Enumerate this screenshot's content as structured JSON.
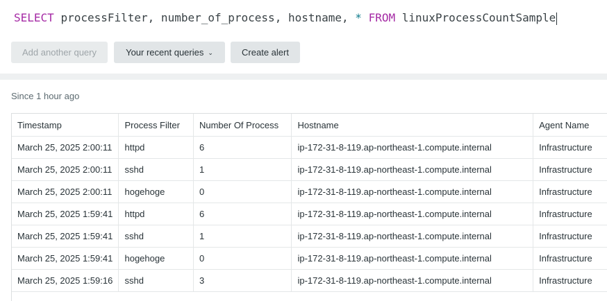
{
  "query": {
    "keyword_select": "SELECT",
    "fields": "processFilter, number_of_process, hostname, ",
    "star": "*",
    "keyword_from": "FROM",
    "source": "linuxProcessCountSample"
  },
  "toolbar": {
    "add_query_label": "Add another query",
    "recent_queries_label": "Your recent queries",
    "create_alert_label": "Create alert"
  },
  "results": {
    "since_label": "Since 1 hour ago",
    "columns": [
      "Timestamp",
      "Process Filter",
      "Number Of Process",
      "Hostname",
      "Agent Name"
    ],
    "rows": [
      [
        "March 25, 2025 2:00:11",
        "httpd",
        "6",
        "ip-172-31-8-119.ap-northeast-1.compute.internal",
        "Infrastructure"
      ],
      [
        "March 25, 2025 2:00:11",
        "sshd",
        "1",
        "ip-172-31-8-119.ap-northeast-1.compute.internal",
        "Infrastructure"
      ],
      [
        "March 25, 2025 2:00:11",
        "hogehoge",
        "0",
        "ip-172-31-8-119.ap-northeast-1.compute.internal",
        "Infrastructure"
      ],
      [
        "March 25, 2025 1:59:41",
        "httpd",
        "6",
        "ip-172-31-8-119.ap-northeast-1.compute.internal",
        "Infrastructure"
      ],
      [
        "March 25, 2025 1:59:41",
        "sshd",
        "1",
        "ip-172-31-8-119.ap-northeast-1.compute.internal",
        "Infrastructure"
      ],
      [
        "March 25, 2025 1:59:41",
        "hogehoge",
        "0",
        "ip-172-31-8-119.ap-northeast-1.compute.internal",
        "Infrastructure"
      ],
      [
        "March 25, 2025 1:59:16",
        "sshd",
        "3",
        "ip-172-31-8-119.ap-northeast-1.compute.internal",
        "Infrastructure"
      ]
    ]
  },
  "colors": {
    "keyword": "#a52aa5",
    "operator": "#0b7a8a"
  }
}
